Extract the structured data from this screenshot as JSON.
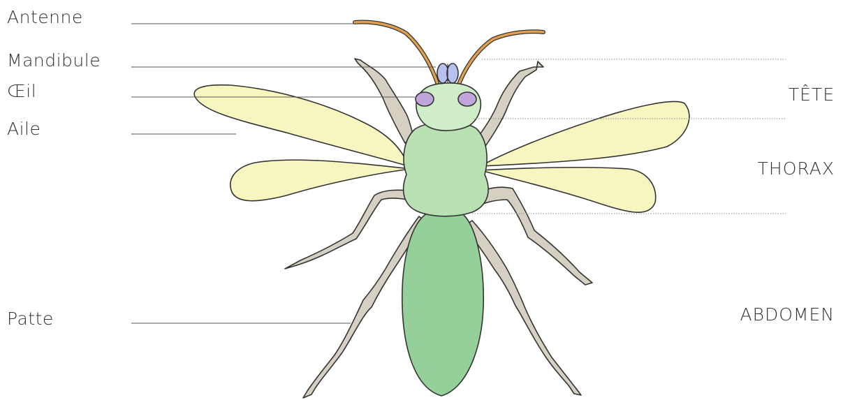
{
  "labels": {
    "antenna": "Antenne",
    "mandible": "Mandibule",
    "eye": "Œil",
    "wing": "Aile",
    "leg": "Patte"
  },
  "regions": {
    "head": "TÊTE",
    "thorax": "THORAX",
    "abdomen": "ABDOMEN"
  },
  "colors": {
    "wing": "#f7f6c0",
    "leg": "#d6d0c2",
    "antenna": "#e0a050",
    "head": "#cfedc6",
    "thorax": "#b8e0b2",
    "abdomen": "#95cf9a",
    "eye": "#c0a6dc",
    "mandible": "#b8c0ee",
    "outline": "#333333",
    "leader": "#555555"
  }
}
